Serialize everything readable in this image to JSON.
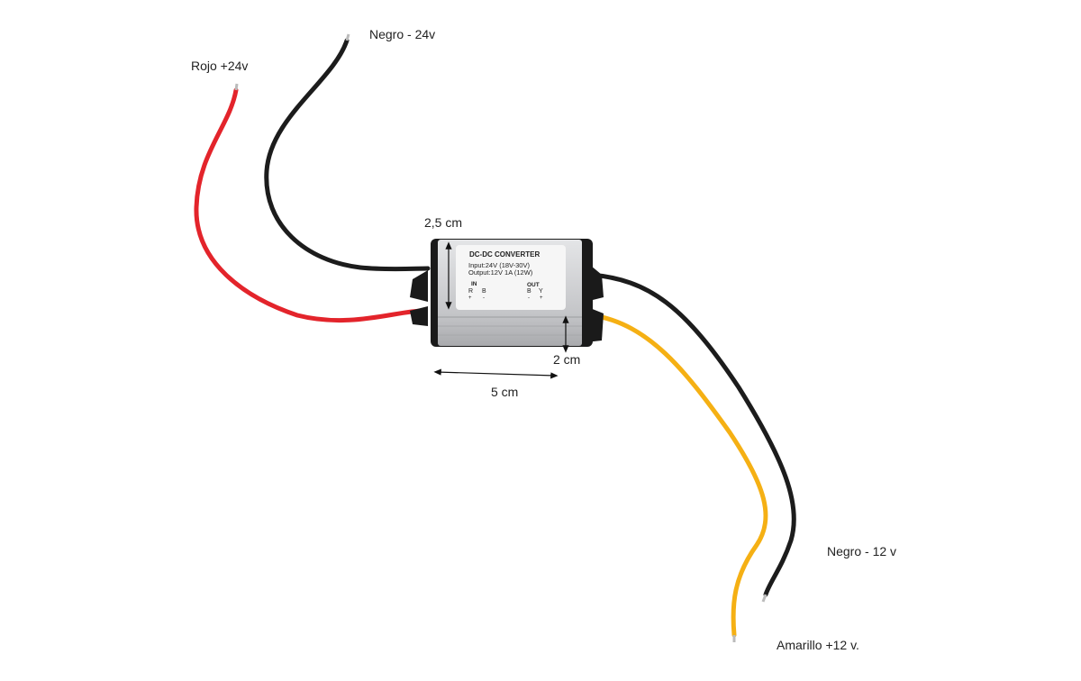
{
  "wire_labels": {
    "red_in": "Rojo +24v",
    "black_in": "Negro - 24v",
    "black_out": "Negro - 12 v",
    "yellow_out": "Amarillo +12 v."
  },
  "dimensions": {
    "height": "2,5 cm",
    "depth": "2 cm",
    "length": "5 cm"
  },
  "device_label": {
    "title": "DC-DC  CONVERTER",
    "input": "Input:24V (18V-30V)",
    "output": "Output:12V 1A (12W)",
    "in_header": "IN",
    "out_header": "OUT",
    "in_pins": [
      "R",
      "B"
    ],
    "in_polarity": [
      "+",
      "-"
    ],
    "out_pins": [
      "B",
      "Y"
    ],
    "out_polarity": [
      "-",
      "+"
    ]
  },
  "colors": {
    "red_wire": "#e3242b",
    "black_wire": "#1c1c1c",
    "yellow_wire": "#f5b014",
    "housing": "#c9cacc"
  }
}
